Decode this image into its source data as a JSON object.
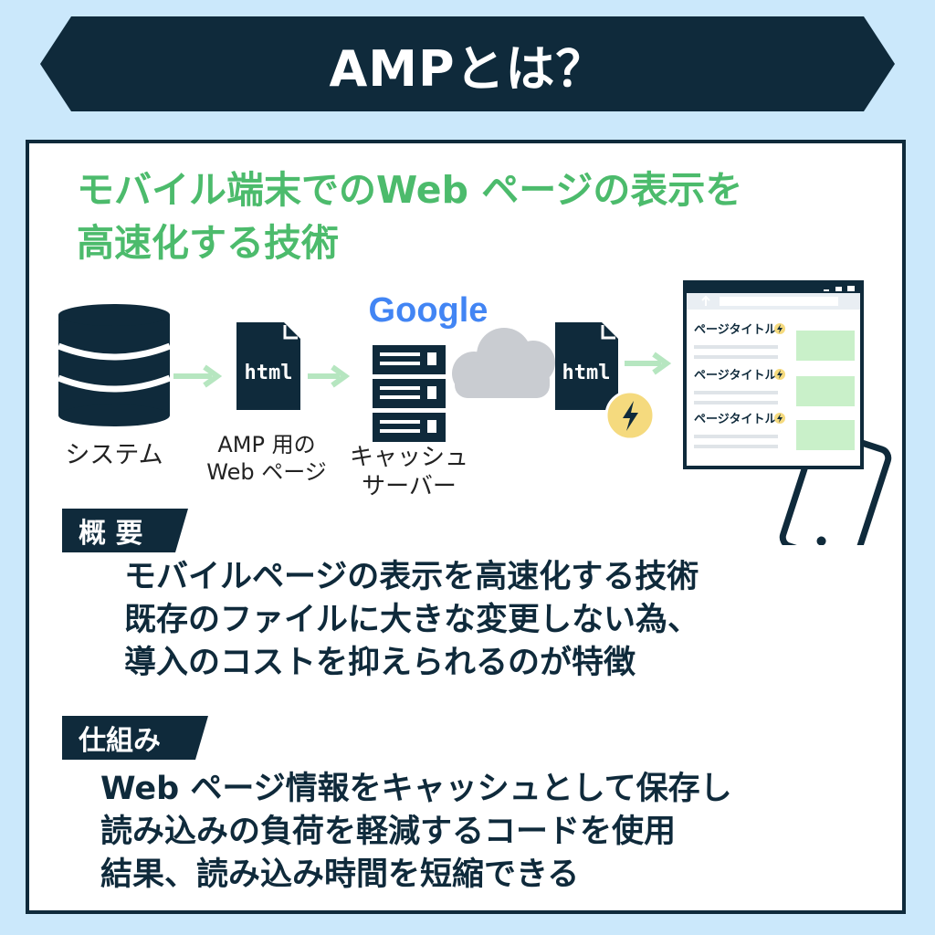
{
  "title": "AMPとは？",
  "headline": [
    "モバイル端末でのWeb ページの表示を",
    "高速化する技術"
  ],
  "diagram": {
    "system_label": "システム",
    "amp_page_label": [
      "AMP 用の",
      "Web ページ"
    ],
    "cache_server_label": [
      "キャッシュ",
      "サーバー"
    ],
    "html_text": "html",
    "google_text": "Google",
    "page_title": "ページタイトル",
    "icons": [
      "database-icon",
      "html-file-icon",
      "server-icon",
      "cloud-icon",
      "lightning-icon",
      "browser-window-icon",
      "smartphone-icon"
    ],
    "colors": {
      "arrow": "#b6e6c0",
      "thumb": "#c9f0c9",
      "bolt_badge": "#f5da7e",
      "dark": "#0f2a3b"
    }
  },
  "sections": [
    {
      "heading": "概 要",
      "lines": [
        "モバイルページの表示を高速化する技術",
        "既存のファイルに大きな変更しない為、",
        "導入のコストを抑えられるのが特徴"
      ]
    },
    {
      "heading": "仕組み",
      "lines": [
        "Web ページ情報をキャッシュとして保存し",
        "読み込みの負荷を軽減するコードを使用",
        "結果、読み込み時間を短縮できる"
      ]
    }
  ],
  "colors": {
    "background": "#cbe8fb",
    "navy": "#0f2a3b",
    "green": "#4cbb6c"
  }
}
